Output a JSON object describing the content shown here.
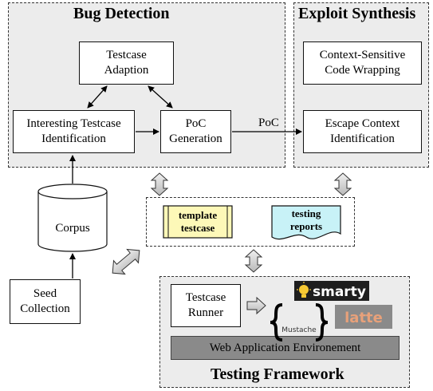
{
  "regions": {
    "bug_detection": "Bug Detection",
    "exploit_synthesis": "Exploit Synthesis",
    "testing_framework": "Testing Framework"
  },
  "nodes": {
    "testcase_adaption": [
      "Testcase",
      "Adaption"
    ],
    "interesting_testcase": [
      "Interesting Testcase",
      "Identification"
    ],
    "poc_generation": [
      "PoC",
      "Generation"
    ],
    "context_sensitive": [
      "Context-Sensitive",
      "Code Wrapping"
    ],
    "escape_context": [
      "Escape Context",
      "Identification"
    ],
    "corpus": "Corpus",
    "seed_collection": [
      "Seed",
      "Collection"
    ],
    "template_testcase": [
      "template",
      "testcase"
    ],
    "testing_reports": [
      "testing",
      "reports"
    ],
    "testcase_runner": [
      "Testcase",
      "Runner"
    ],
    "web_app_env": "Web Application Environement"
  },
  "edges": {
    "poc_label": "PoC"
  },
  "logos": {
    "smarty": "smarty",
    "mustache": "Mustache",
    "latte": "latte"
  },
  "colors": {
    "region_bg": "#ececec",
    "template_fill": "#fdf8b8",
    "reports_fill": "#c8f2f7",
    "web_env_fill": "#8a8a8a",
    "latte_bg": "#8a8a8a",
    "latte_text": "#e8a17a"
  }
}
